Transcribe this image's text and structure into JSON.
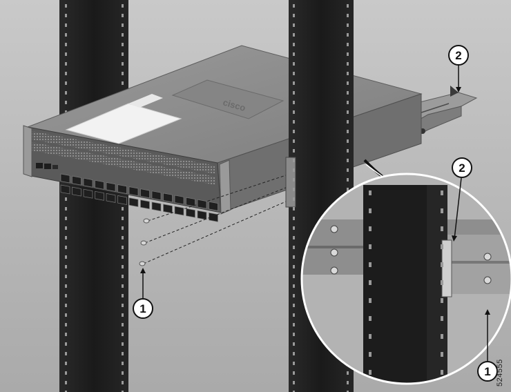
{
  "figure": {
    "id_label": "524555",
    "colors": {
      "background": "#b9b9b9",
      "rack_post": "#1e1e1e",
      "chassis": "#8f8f8f",
      "callout_fill": "#ffffff",
      "callout_stroke": "#111111"
    }
  },
  "callouts": [
    {
      "label": "1"
    },
    {
      "label": "2"
    },
    {
      "label": "2"
    },
    {
      "label": "1"
    }
  ],
  "logo": {
    "text": "cisco"
  }
}
